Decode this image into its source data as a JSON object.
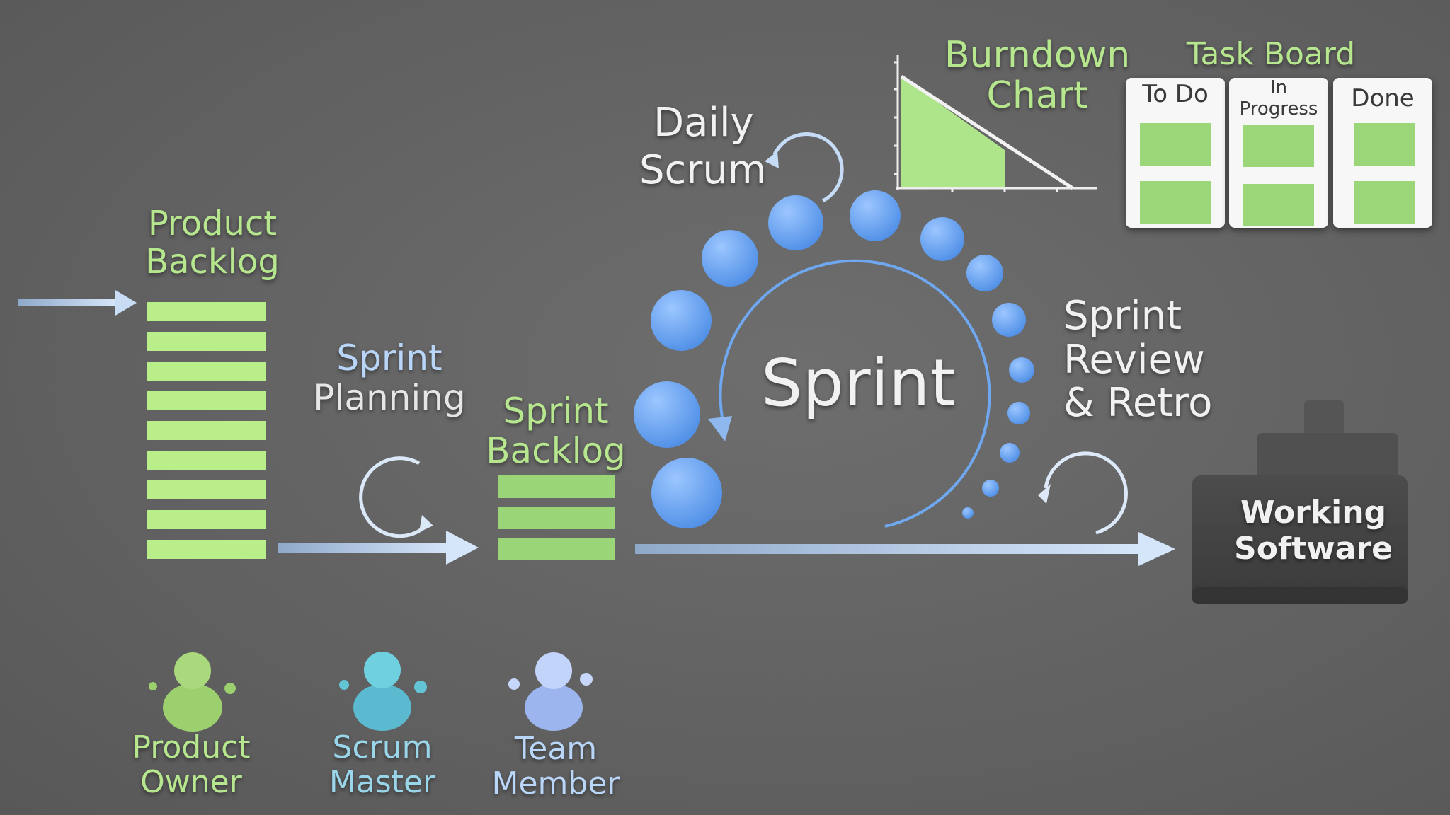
{
  "labels": {
    "product_backlog": [
      "Product",
      "Backlog"
    ],
    "sprint_planning": [
      "Sprint",
      "Planning"
    ],
    "sprint_backlog": [
      "Sprint",
      "Backlog"
    ],
    "daily_scrum": [
      "Daily",
      "Scrum"
    ],
    "sprint": "Sprint",
    "sprint_review": [
      "Sprint",
      "Review",
      "& Retro"
    ],
    "burndown_chart": [
      "Burndown",
      "Chart"
    ],
    "task_board": "Task Board",
    "working_software": [
      "Working",
      "Software"
    ]
  },
  "task_board": {
    "columns": [
      {
        "label": "To Do"
      },
      {
        "label": "In Progress"
      },
      {
        "label": "Done"
      }
    ]
  },
  "roles": [
    {
      "label": [
        "Product",
        "Owner"
      ],
      "color": "#9ccf6e"
    },
    {
      "label": [
        "Scrum",
        "Master"
      ],
      "color": "#63c4d6"
    },
    {
      "label": [
        "Team",
        "Member"
      ],
      "color": "#a9c0f2"
    }
  ],
  "colors": {
    "backlog_green": "#b9ee8a",
    "flow_arrow": "#c9dcf5",
    "sprint_blue": "#5d9ff0",
    "background": "#636363"
  }
}
